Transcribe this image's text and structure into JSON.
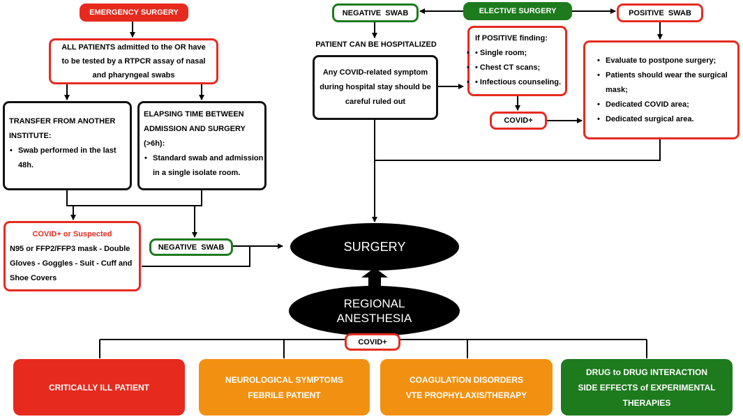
{
  "emergency": {
    "title": "EMERGENCY SURGERY",
    "all_patients": [
      "ALL PATIENTS admitted to the OR have",
      "to be tested by a RTPCR assay of nasal",
      "and pharyngeal swabs"
    ],
    "transfer": {
      "lines": [
        "TRANSFER FROM ANOTHER",
        "INSTITUTE:"
      ],
      "bullets": [
        [
          "Swab performed in the last",
          "48h."
        ]
      ]
    },
    "elapsing": {
      "lines": [
        "ELAPSING TIME BETWEEN",
        "ADMISSION AND SURGERY",
        "(>6h):"
      ],
      "bullets": [
        [
          "Standard swab and admission",
          "in a single isolate room."
        ]
      ]
    },
    "covid_suspected": {
      "title": "COVID+ or Suspected",
      "lines": [
        "N95 or FFP2/FFP3 mask - Double",
        "Gloves - Goggles - Suit - Cuff and",
        "Shoe Covers"
      ]
    },
    "negative_swab": "NEGATIVE  SWAB"
  },
  "elective": {
    "title": "ELECTIVE SURGERY",
    "negative_swab": "NEGATIVE  SWAB",
    "positive_swab": "POSITIVE  SWAB",
    "hospitalized_label": "PATIENT CAN BE HOSPITALIZED",
    "symptom_box": [
      "Any COVID-related symptom",
      "during hospital stay should be",
      "careful ruled out"
    ],
    "positive_finding": {
      "title": "If POSITIVE finding:",
      "bullets": [
        "Single room;",
        "Chest CT scans;",
        "Infectious counseling."
      ]
    },
    "covid_plus": "COVID+",
    "evaluate": {
      "bullets": [
        [
          "Evaluate to postpone surgery;"
        ],
        [
          "Patients should wear the surgical",
          "mask;"
        ],
        [
          "Dedicated COVID area;"
        ],
        [
          "Dedicated surgical area."
        ]
      ]
    }
  },
  "surgery": "SURGERY",
  "regional_anesthesia": [
    "REGIONAL",
    "ANESTHESIA"
  ],
  "covid_plus_bottom": "COVID+",
  "bottom_boxes": [
    {
      "lines": [
        "CRITICALLY ILL PATIENT"
      ],
      "color": "#e62a1e"
    },
    {
      "lines": [
        "NEUROLOGICAL SYMPTOMS",
        "FEBRILE PATIENT"
      ],
      "color": "#f29111"
    },
    {
      "lines": [
        "COAGULATION DISORDERS",
        "VTE PROPHYLAXIS/THERAPY"
      ],
      "color": "#f29111"
    },
    {
      "lines": [
        "DRUG to DRUG INTERACTION",
        "SIDE EFFECTS of EXPERIMENTAL",
        "THERAPIES"
      ],
      "color": "#1d7a1d"
    }
  ],
  "colors": {
    "red": "#e62a1e",
    "green": "#1d7a1d",
    "orange": "#f29111",
    "black": "#000000"
  }
}
